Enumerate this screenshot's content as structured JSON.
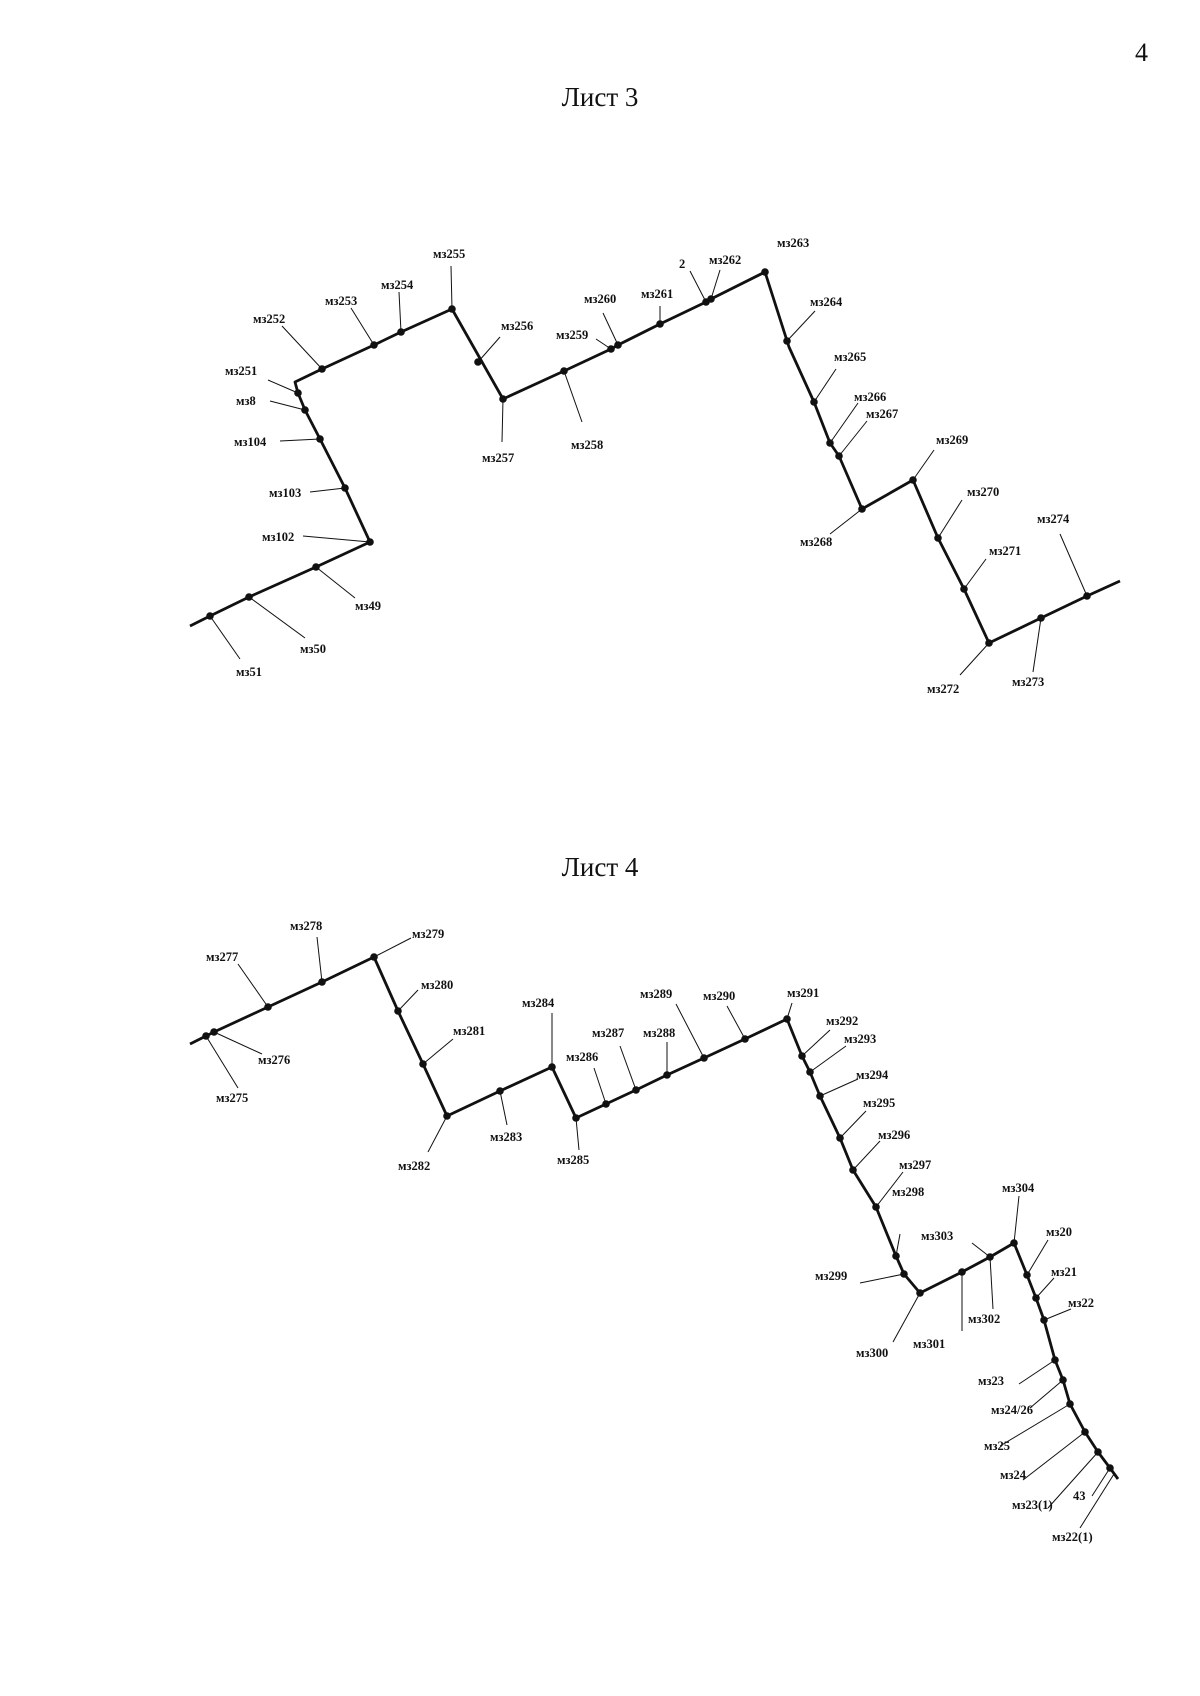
{
  "page_number": "4",
  "sheet3": {
    "title": "Лист 3",
    "labels": {
      "p51": "мз51",
      "p50": "мз50",
      "p49": "мз49",
      "p102": "мз102",
      "p103": "мз103",
      "p104": "мз104",
      "p8": "мз8",
      "p251": "мз251",
      "p252": "мз252",
      "p253": "мз253",
      "p254": "мз254",
      "p255": "мз255",
      "p256": "мз256",
      "p257": "мз257",
      "p258": "мз258",
      "p259": "мз259",
      "p260": "мз260",
      "p261": "мз261",
      "p2": "2",
      "p262": "мз262",
      "p263": "мз263",
      "p264": "мз264",
      "p265": "мз265",
      "p266": "мз266",
      "p267": "мз267",
      "p268": "мз268",
      "p269": "мз269",
      "p270": "мз270",
      "p271": "мз271",
      "p272": "мз272",
      "p273": "мз273",
      "p274": "мз274"
    }
  },
  "sheet4": {
    "title": "Лист 4",
    "labels": {
      "p275": "мз275",
      "p276": "мз276",
      "p277": "мз277",
      "p278": "мз278",
      "p279": "мз279",
      "p280": "мз280",
      "p281": "мз281",
      "p282": "мз282",
      "p283": "мз283",
      "p284": "мз284",
      "p285": "мз285",
      "p286": "мз286",
      "p287": "мз287",
      "p288": "мз288",
      "p289": "мз289",
      "p290": "мз290",
      "p291": "мз291",
      "p292": "мз292",
      "p293": "мз293",
      "p294": "мз294",
      "p295": "мз295",
      "p296": "мз296",
      "p297": "мз297",
      "p298": "мз298",
      "p299": "мз299",
      "p300": "мз300",
      "p301": "мз301",
      "p302": "мз302",
      "p303": "мз303",
      "p304": "мз304",
      "p20": "мз20",
      "p21": "мз21",
      "p22": "мз22",
      "p23": "мз23",
      "p2426": "мз24/26",
      "p25": "мз25",
      "p24": "мз24",
      "p231": "мз23(1)",
      "p43": "43",
      "p221": "мз22(1)"
    }
  }
}
